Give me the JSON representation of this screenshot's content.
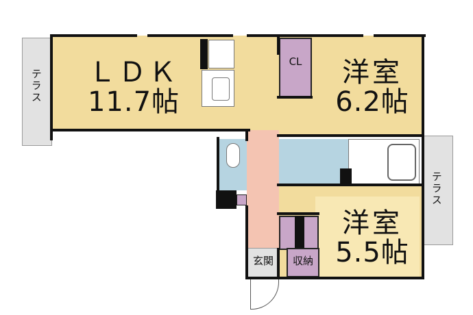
{
  "rooms": {
    "ldk": {
      "name": "ＬＤＫ",
      "size": "11.7帖"
    },
    "western1": {
      "name": "洋室",
      "size": "6.2帖"
    },
    "western2": {
      "name": "洋室",
      "size": "5.5帖"
    },
    "closet": {
      "name": "CL"
    },
    "entrance": {
      "name": "玄関"
    },
    "storage": {
      "name": "収納"
    },
    "terrace_left": {
      "name": "テラス"
    },
    "terrace_right": {
      "name": "テラス"
    }
  },
  "colors": {
    "room": "#f2dc9d",
    "storage": "#c8a6c8",
    "water": "#b6d4e1",
    "hall": "#f4c4b2",
    "terrace": "#e2e2e2"
  }
}
